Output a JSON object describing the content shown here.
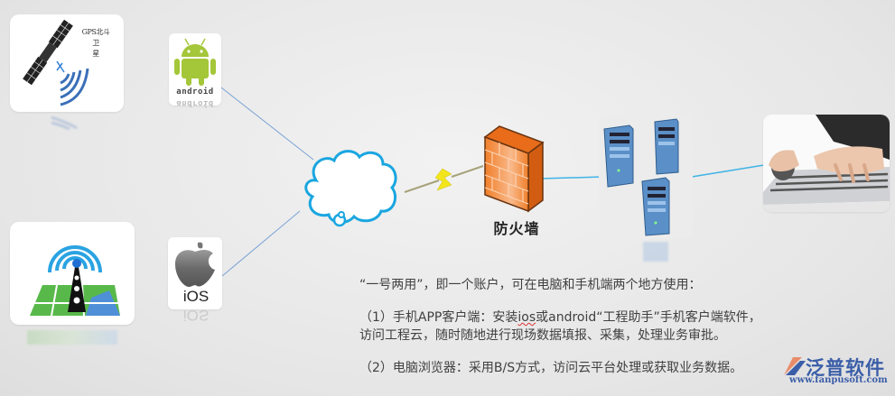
{
  "diagram": {
    "title": "工程云 network topology",
    "nodes": {
      "gps": {
        "label_line1": "GPS北斗卫",
        "label_line2": "星",
        "icon": "satellite-icon"
      },
      "android": {
        "label": "android",
        "icon": "android-robot-icon"
      },
      "location": {
        "icon": "signal-tower-map-icon"
      },
      "ios": {
        "label": "iOS",
        "icon": "apple-icon"
      },
      "cloud": {
        "icon": "cloud-icon"
      },
      "firewall": {
        "label": "防火墙",
        "icon": "brick-firewall-icon"
      },
      "servers": {
        "icon": "server-tower-icon"
      },
      "pc": {
        "icon": "keyboard-typing-photo"
      }
    },
    "connections": [
      {
        "from": "android",
        "to": "cloud"
      },
      {
        "from": "ios",
        "to": "cloud"
      },
      {
        "from": "cloud",
        "to": "firewall",
        "style": "lightning"
      },
      {
        "from": "firewall",
        "to": "servers"
      },
      {
        "from": "servers",
        "to": "pc"
      }
    ],
    "colors": {
      "cloud_stroke": "#1aa6e0",
      "line": "#7aa2d6",
      "firewall": "#f07f2a",
      "android_green": "#a4c639",
      "server_blue": "#5b8fc7",
      "lightning": "#f2e51c"
    }
  },
  "description": {
    "intro": "“一号两用”，即一个账户，可在电脑和手机端两个地方使用：",
    "item1_prefix": "（1）手机APP客户端：安装",
    "item1_ios": "ios",
    "item1_suffix": "或android“工程助手”手机客户端软件，",
    "item1_line2": "访问工程云，随时随地进行现场数据填报、采集，处理业务审批。",
    "item2": "（2）电脑浏览器：采用B/S方式，访问云平台处理或获取业务数据。"
  },
  "logo": {
    "name": "泛普软件",
    "url": "www.fanpusoft.com"
  }
}
